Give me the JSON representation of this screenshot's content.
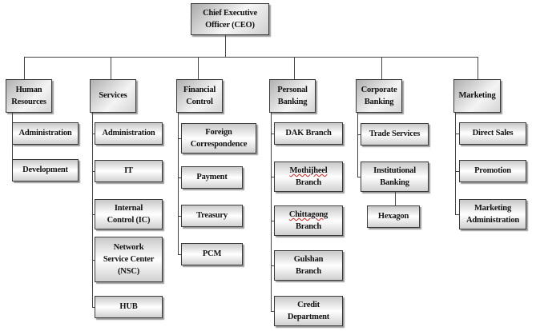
{
  "title": "Organizational Structure",
  "ceo": {
    "label": "Chief Executive\nOfficer (CEO)"
  },
  "departments": [
    {
      "label": "Human\nResources",
      "children": [
        {
          "label": "Administration"
        },
        {
          "label": "Development"
        }
      ]
    },
    {
      "label": "Services",
      "children": [
        {
          "label": "Administration"
        },
        {
          "label": "IT"
        },
        {
          "label": "Internal\nControl (IC)"
        },
        {
          "label": "Network\nService Center\n(NSC)"
        },
        {
          "label": "HUB"
        }
      ]
    },
    {
      "label": "Financial\nControl",
      "children": [
        {
          "label": "Foreign\nCorrespondence"
        },
        {
          "label": "Payment"
        },
        {
          "label": "Treasury"
        },
        {
          "label": "PCM"
        }
      ]
    },
    {
      "label": "Personal\nBanking",
      "children": [
        {
          "label": "DAK Branch"
        },
        {
          "label": "Mothijheel\nBranch"
        },
        {
          "label": "Chittagong\nBranch"
        },
        {
          "label": "Gulshan\nBranch"
        },
        {
          "label": "Credit\nDepartment"
        }
      ]
    },
    {
      "label": "Corporate\nBanking",
      "children": [
        {
          "label": "Trade Services"
        },
        {
          "label": "Institutional\nBanking",
          "children": [
            {
              "label": "Hexagon"
            }
          ]
        }
      ]
    },
    {
      "label": "Marketing",
      "children": [
        {
          "label": "Direct Sales"
        },
        {
          "label": "Promotion"
        },
        {
          "label": "Marketing\nAdministration"
        }
      ]
    }
  ],
  "colors": {
    "line": "#444444",
    "border": "#3a3a3a",
    "shadow": "#9a9a9a"
  }
}
